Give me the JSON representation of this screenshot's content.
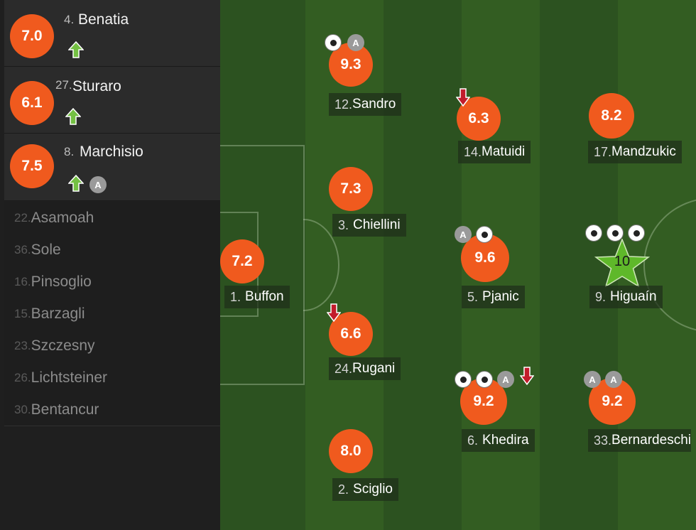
{
  "colors": {
    "rating_bg": "#f05a1e",
    "pitch": "#2f561e",
    "sub_up_arrow": "#74c043",
    "sub_down_arrow": "#c21b2b",
    "star": "#5fb82a"
  },
  "subs": [
    {
      "rating": "7.0",
      "number": "4.",
      "name": "Benatia",
      "badges": [
        "sub-up"
      ]
    },
    {
      "rating": "6.1",
      "number": "27.",
      "name": "Sturaro",
      "badges": [
        "sub-up"
      ]
    },
    {
      "rating": "7.5",
      "number": "8.",
      "name": "Marchisio",
      "badges": [
        "sub-up",
        "assist"
      ]
    }
  ],
  "bench": [
    {
      "number": "22.",
      "name": "Asamoah"
    },
    {
      "number": "36.",
      "name": "Sole"
    },
    {
      "number": "16.",
      "name": "Pinsoglio"
    },
    {
      "number": "15.",
      "name": "Barzagli"
    },
    {
      "number": "23.",
      "name": "Szczesny"
    },
    {
      "number": "26.",
      "name": "Lichtsteiner"
    },
    {
      "number": "30.",
      "name": "Bentancur"
    }
  ],
  "assist_letter": "A",
  "players": [
    {
      "rating": "7.2",
      "number": "1.",
      "name": "Buffon",
      "badges": []
    },
    {
      "rating": "9.3",
      "number": "12.",
      "name": "Sandro",
      "badges": [
        "goal",
        "assist"
      ]
    },
    {
      "rating": "7.3",
      "number": "3.",
      "name": "Chiellini",
      "badges": []
    },
    {
      "rating": "6.6",
      "number": "24.",
      "name": "Rugani",
      "badges": [
        "sub-off"
      ]
    },
    {
      "rating": "8.0",
      "number": "2.",
      "name": "Sciglio",
      "badges": []
    },
    {
      "rating": "6.3",
      "number": "14.",
      "name": "Matuidi",
      "badges": [
        "sub-off"
      ]
    },
    {
      "rating": "9.6",
      "number": "5.",
      "name": "Pjanic",
      "badges": [
        "assist",
        "goal"
      ]
    },
    {
      "rating": "9.2",
      "number": "6.",
      "name": "Khedira",
      "badges": [
        "goal",
        "goal",
        "assist",
        "sub-off"
      ]
    },
    {
      "rating": "8.2",
      "number": "17.",
      "name": "Mandzukic",
      "badges": []
    },
    {
      "rating": "10",
      "number": "9.",
      "name": "Higuaín",
      "badges": [
        "goal",
        "goal",
        "goal"
      ],
      "man_of_match": true
    },
    {
      "rating": "9.2",
      "number": "33.",
      "name": "Bernardeschi",
      "badges": [
        "assist",
        "assist"
      ]
    }
  ]
}
